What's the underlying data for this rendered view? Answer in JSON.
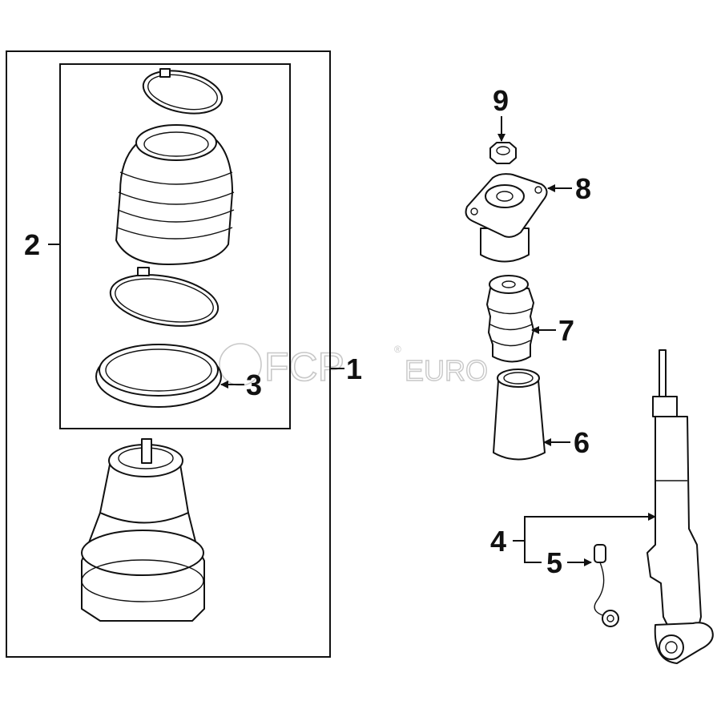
{
  "diagram": {
    "callouts": {
      "c1": "1",
      "c2": "2",
      "c3": "3",
      "c4": "4",
      "c5": "5",
      "c6": "6",
      "c7": "7",
      "c8": "8",
      "c9": "9"
    },
    "watermark": {
      "brand": "FCP",
      "suffix": "EURO",
      "registered": "®"
    },
    "colors": {
      "line": "#111111",
      "watermark": "#c8c8c8",
      "background": "#ffffff"
    }
  }
}
